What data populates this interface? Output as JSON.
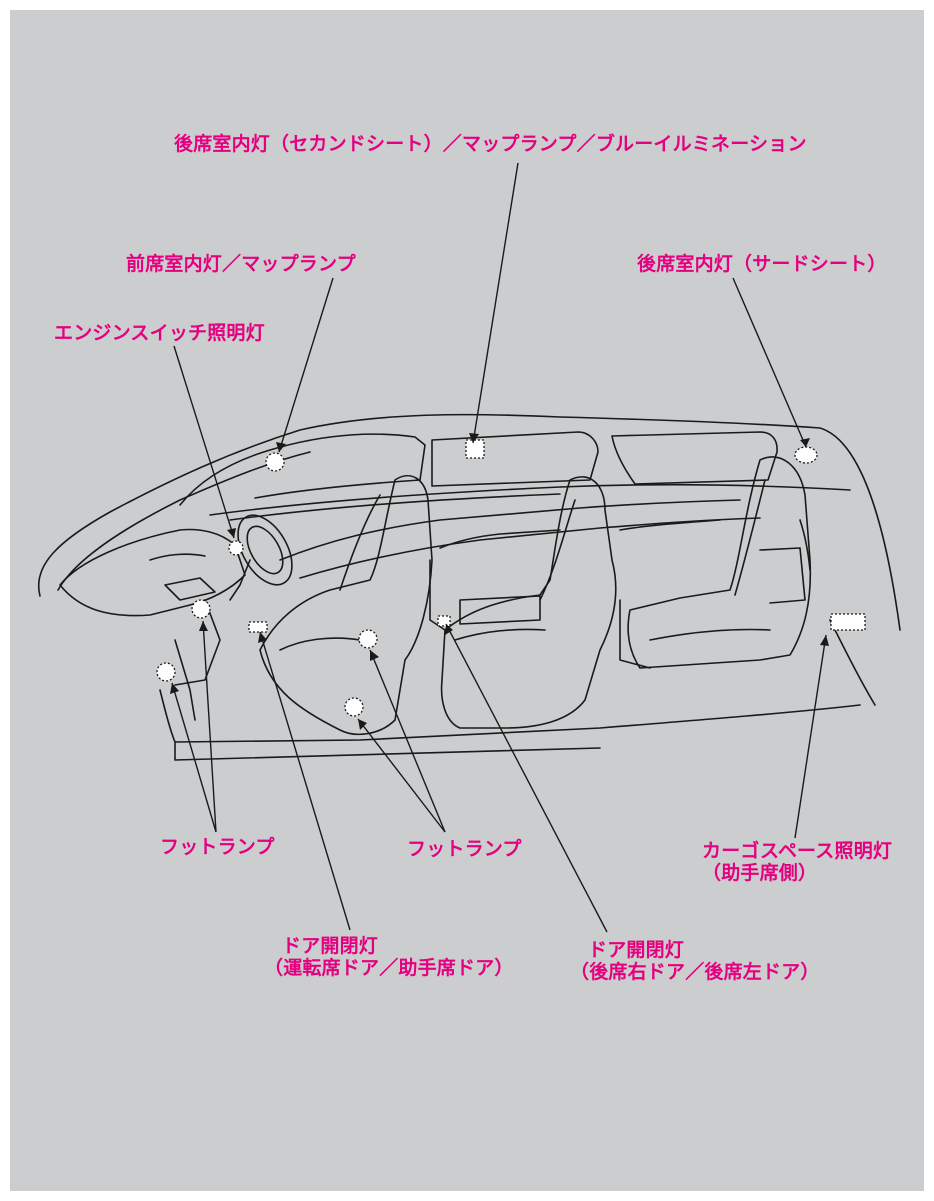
{
  "labels": {
    "rear_room_lamp_second": "後席室内灯（セカンドシート）／マップランプ／ブルーイルミネーション",
    "front_room_lamp": "前席室内灯／マップランプ",
    "rear_room_lamp_third": "後席室内灯（サードシート）",
    "engine_switch_light": "エンジンスイッチ照明灯",
    "foot_lamp_left": "フットランプ",
    "foot_lamp_center": "フットランプ",
    "cargo_light_line1": "カーゴスペース照明灯",
    "cargo_light_line2": "（助手席側）",
    "door_light_front_line1": "ドア開閉灯",
    "door_light_front_line2": "（運転席ドア／助手席ドア）",
    "door_light_rear_line1": "ドア開閉灯",
    "door_light_rear_line2": "（後席右ドア／後席左ドア）"
  },
  "colors": {
    "label": "#e5007f",
    "background": "#cbcdcf",
    "line": "#1a1a1a",
    "lamp": "#ffffff"
  }
}
